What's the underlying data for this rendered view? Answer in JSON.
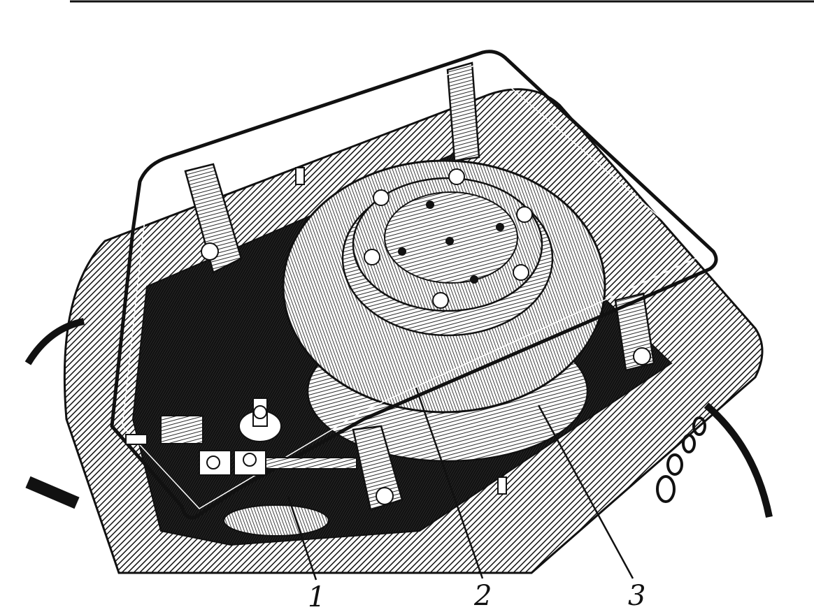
{
  "figure": {
    "callouts": [
      {
        "id": "1",
        "label": "1"
      },
      {
        "id": "2",
        "label": "2"
      },
      {
        "id": "3",
        "label": "3"
      }
    ],
    "colors": {
      "ink": "#111111",
      "paper": "#ffffff"
    }
  }
}
